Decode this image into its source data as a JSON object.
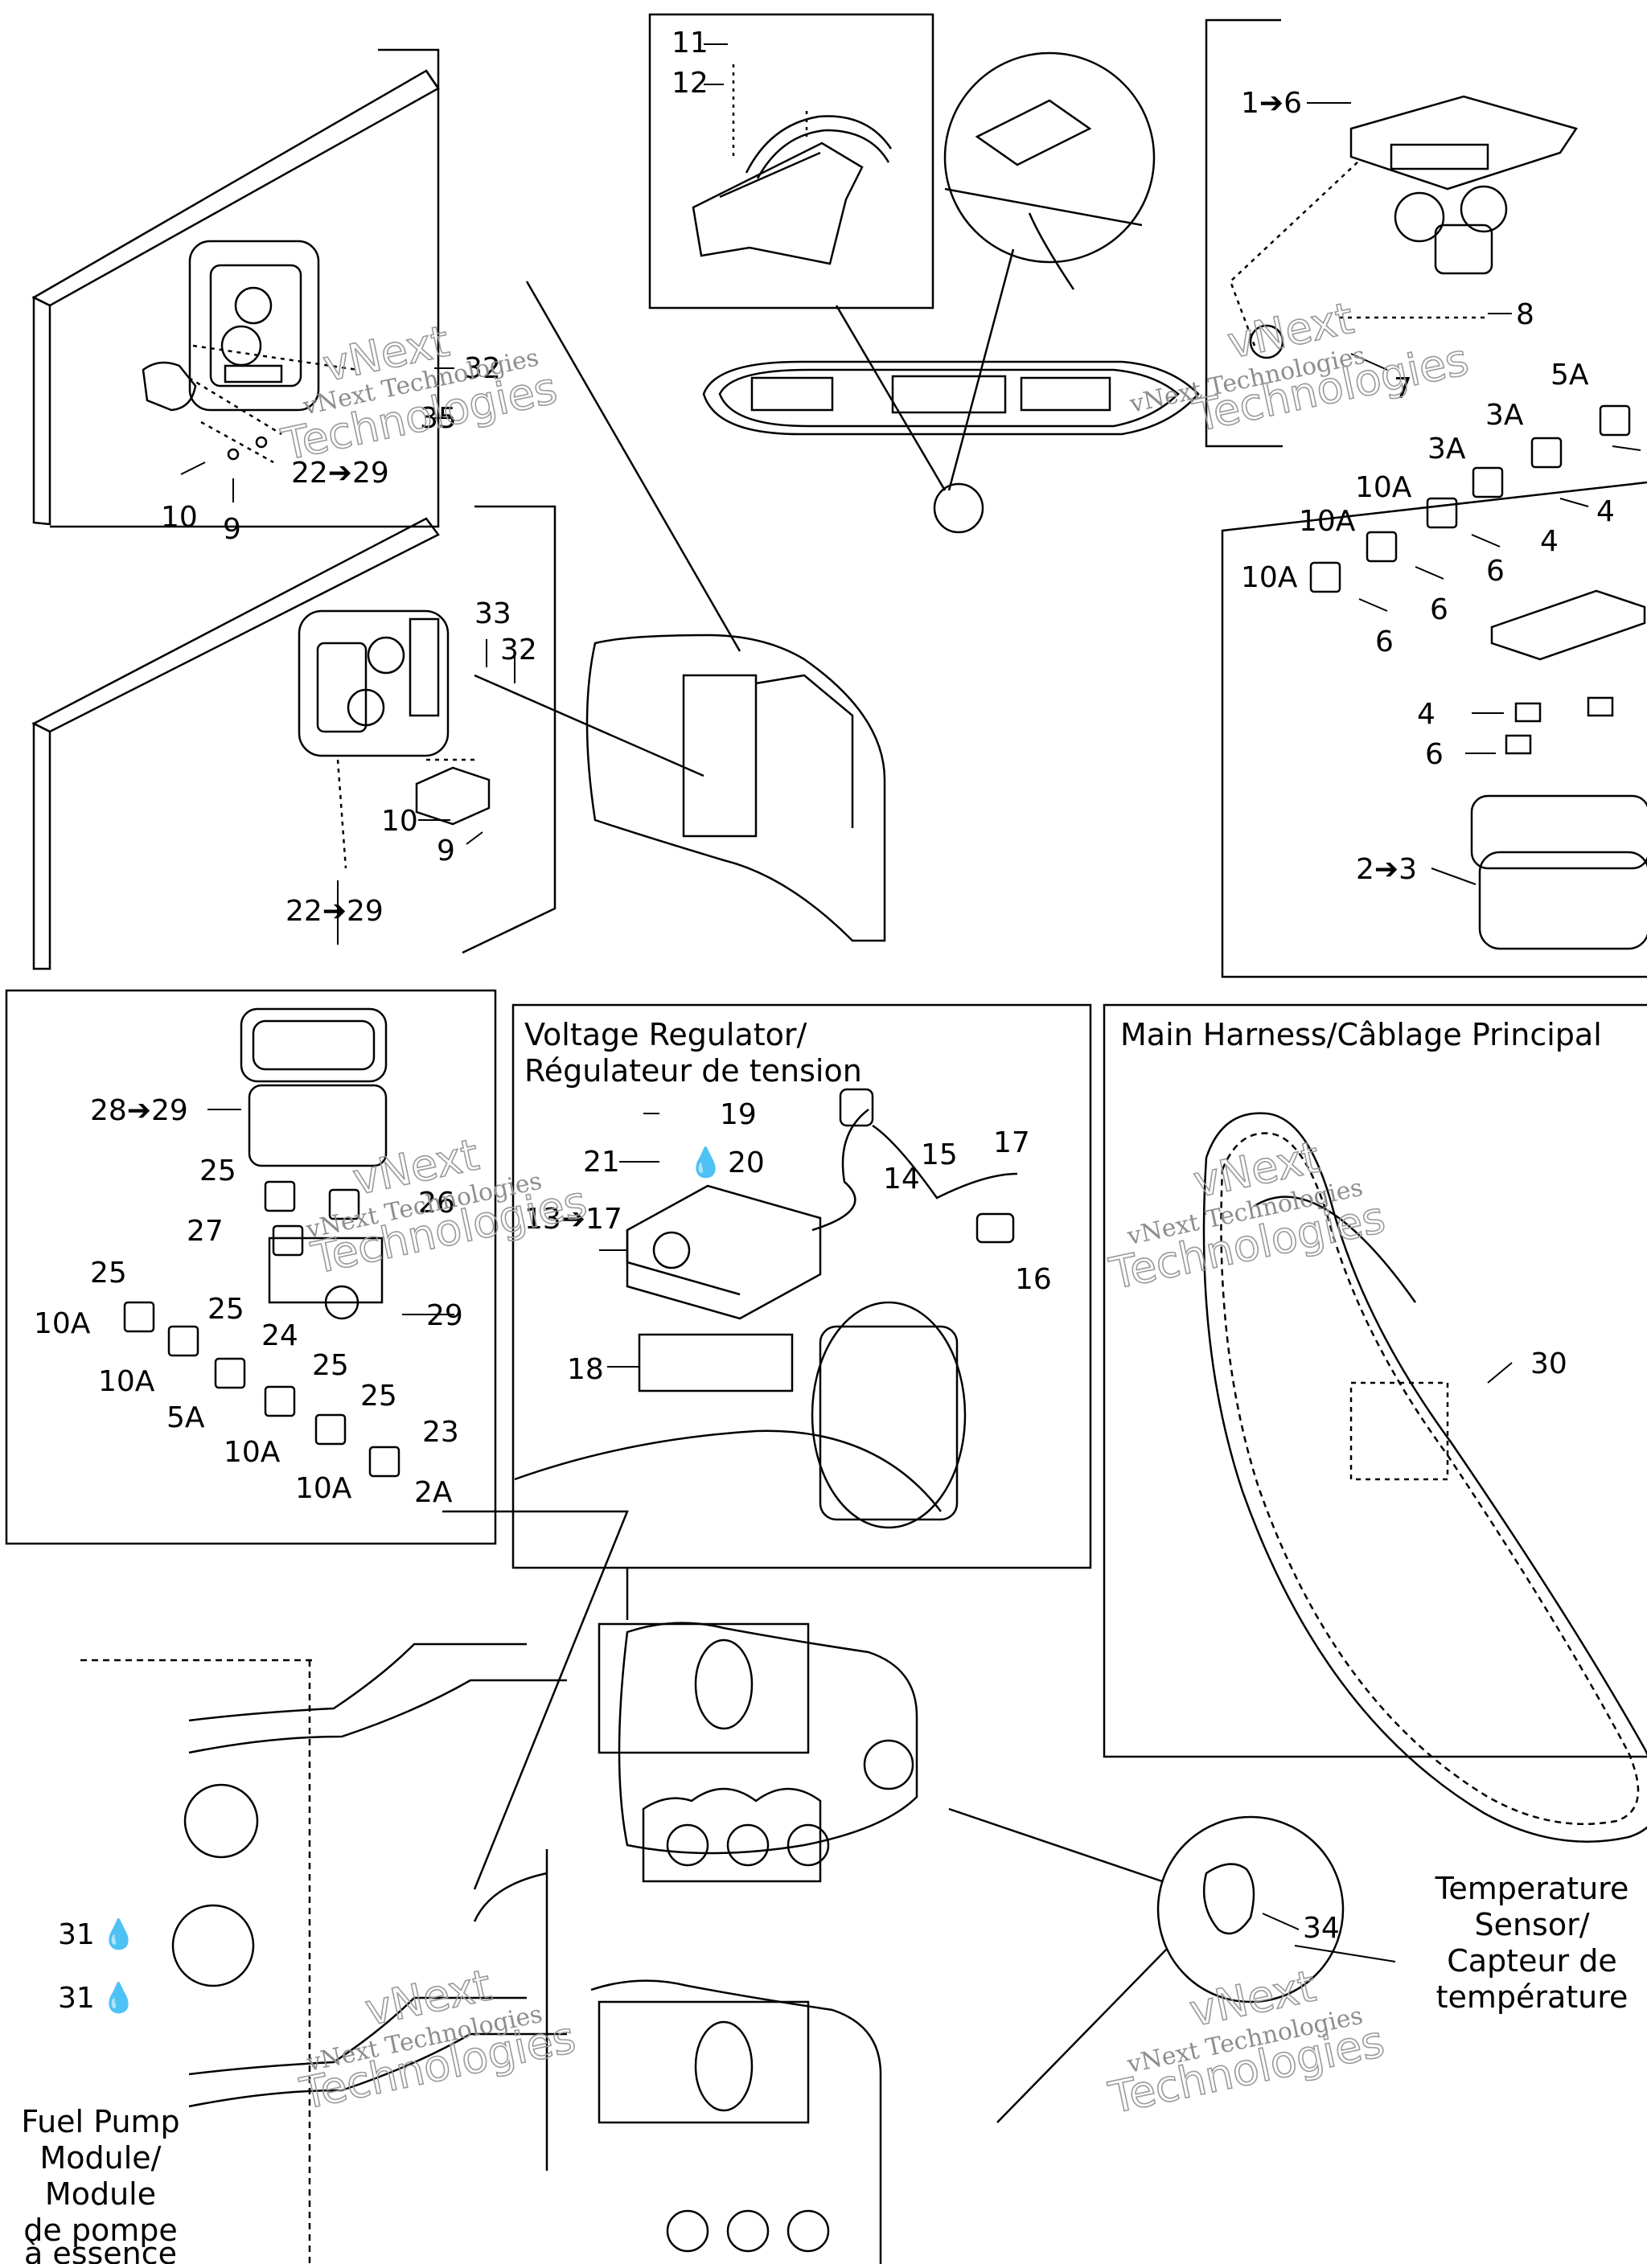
{
  "callouts": {
    "c11": "11",
    "c12": "12",
    "c1to6": "1➔6",
    "c8": "8",
    "c7": "7",
    "c5A": "5A",
    "c3A_top": "3A",
    "c3A": "3A",
    "c4_top": "4",
    "c4": "4",
    "c10A_1": "10A",
    "c10A_2": "10A",
    "c10A_3": "10A",
    "c6_1": "6",
    "c6_2": "6",
    "c6_3": "6",
    "c4_block": "4",
    "c6_block": "6",
    "c2to3": "2➔3",
    "c32_top": "32",
    "c35": "35",
    "c22to29_top": "22➔29",
    "c10_top": "10",
    "c9_top": "9",
    "c33": "33",
    "c32_mid": "32",
    "c10_mid": "10",
    "c9_mid": "9",
    "c22to29_mid": "22➔29",
    "c28to29": "28➔29",
    "c25_a": "25",
    "c26": "26",
    "c27": "27",
    "c25_b": "25",
    "c10A_b1": "10A",
    "c25_c": "25",
    "c24": "24",
    "c10A_b2": "10A",
    "c25_d": "25",
    "c5A_b": "5A",
    "c25_e": "25",
    "c10A_b3": "10A",
    "c23": "23",
    "c10A_b4": "10A",
    "c2A": "2A",
    "c29": "29",
    "c19": "19",
    "c21": "21",
    "c20": "20",
    "c15": "15",
    "c14": "14",
    "c17_a": "17",
    "c13to17": "13➔17",
    "c16": "16",
    "c18": "18",
    "c30": "30",
    "c34": "34",
    "c31_a": "31",
    "c31_b": "31"
  },
  "panels": {
    "voltage_regulator_title": [
      "Voltage Regulator/",
      "Régulateur de tension"
    ],
    "main_harness_title": "Main Harness/Câblage Principal"
  },
  "annotations": {
    "temperature_sensor": [
      "Temperature",
      "Sensor/",
      "Capteur de",
      "température"
    ],
    "fuel_pump_module": [
      "Fuel Pump",
      "Module/",
      "Module",
      "de pompe",
      "à essence"
    ]
  },
  "watermark": {
    "line1": "vNext Technologies",
    "line2": "vNext",
    "line3": "Technologies"
  }
}
